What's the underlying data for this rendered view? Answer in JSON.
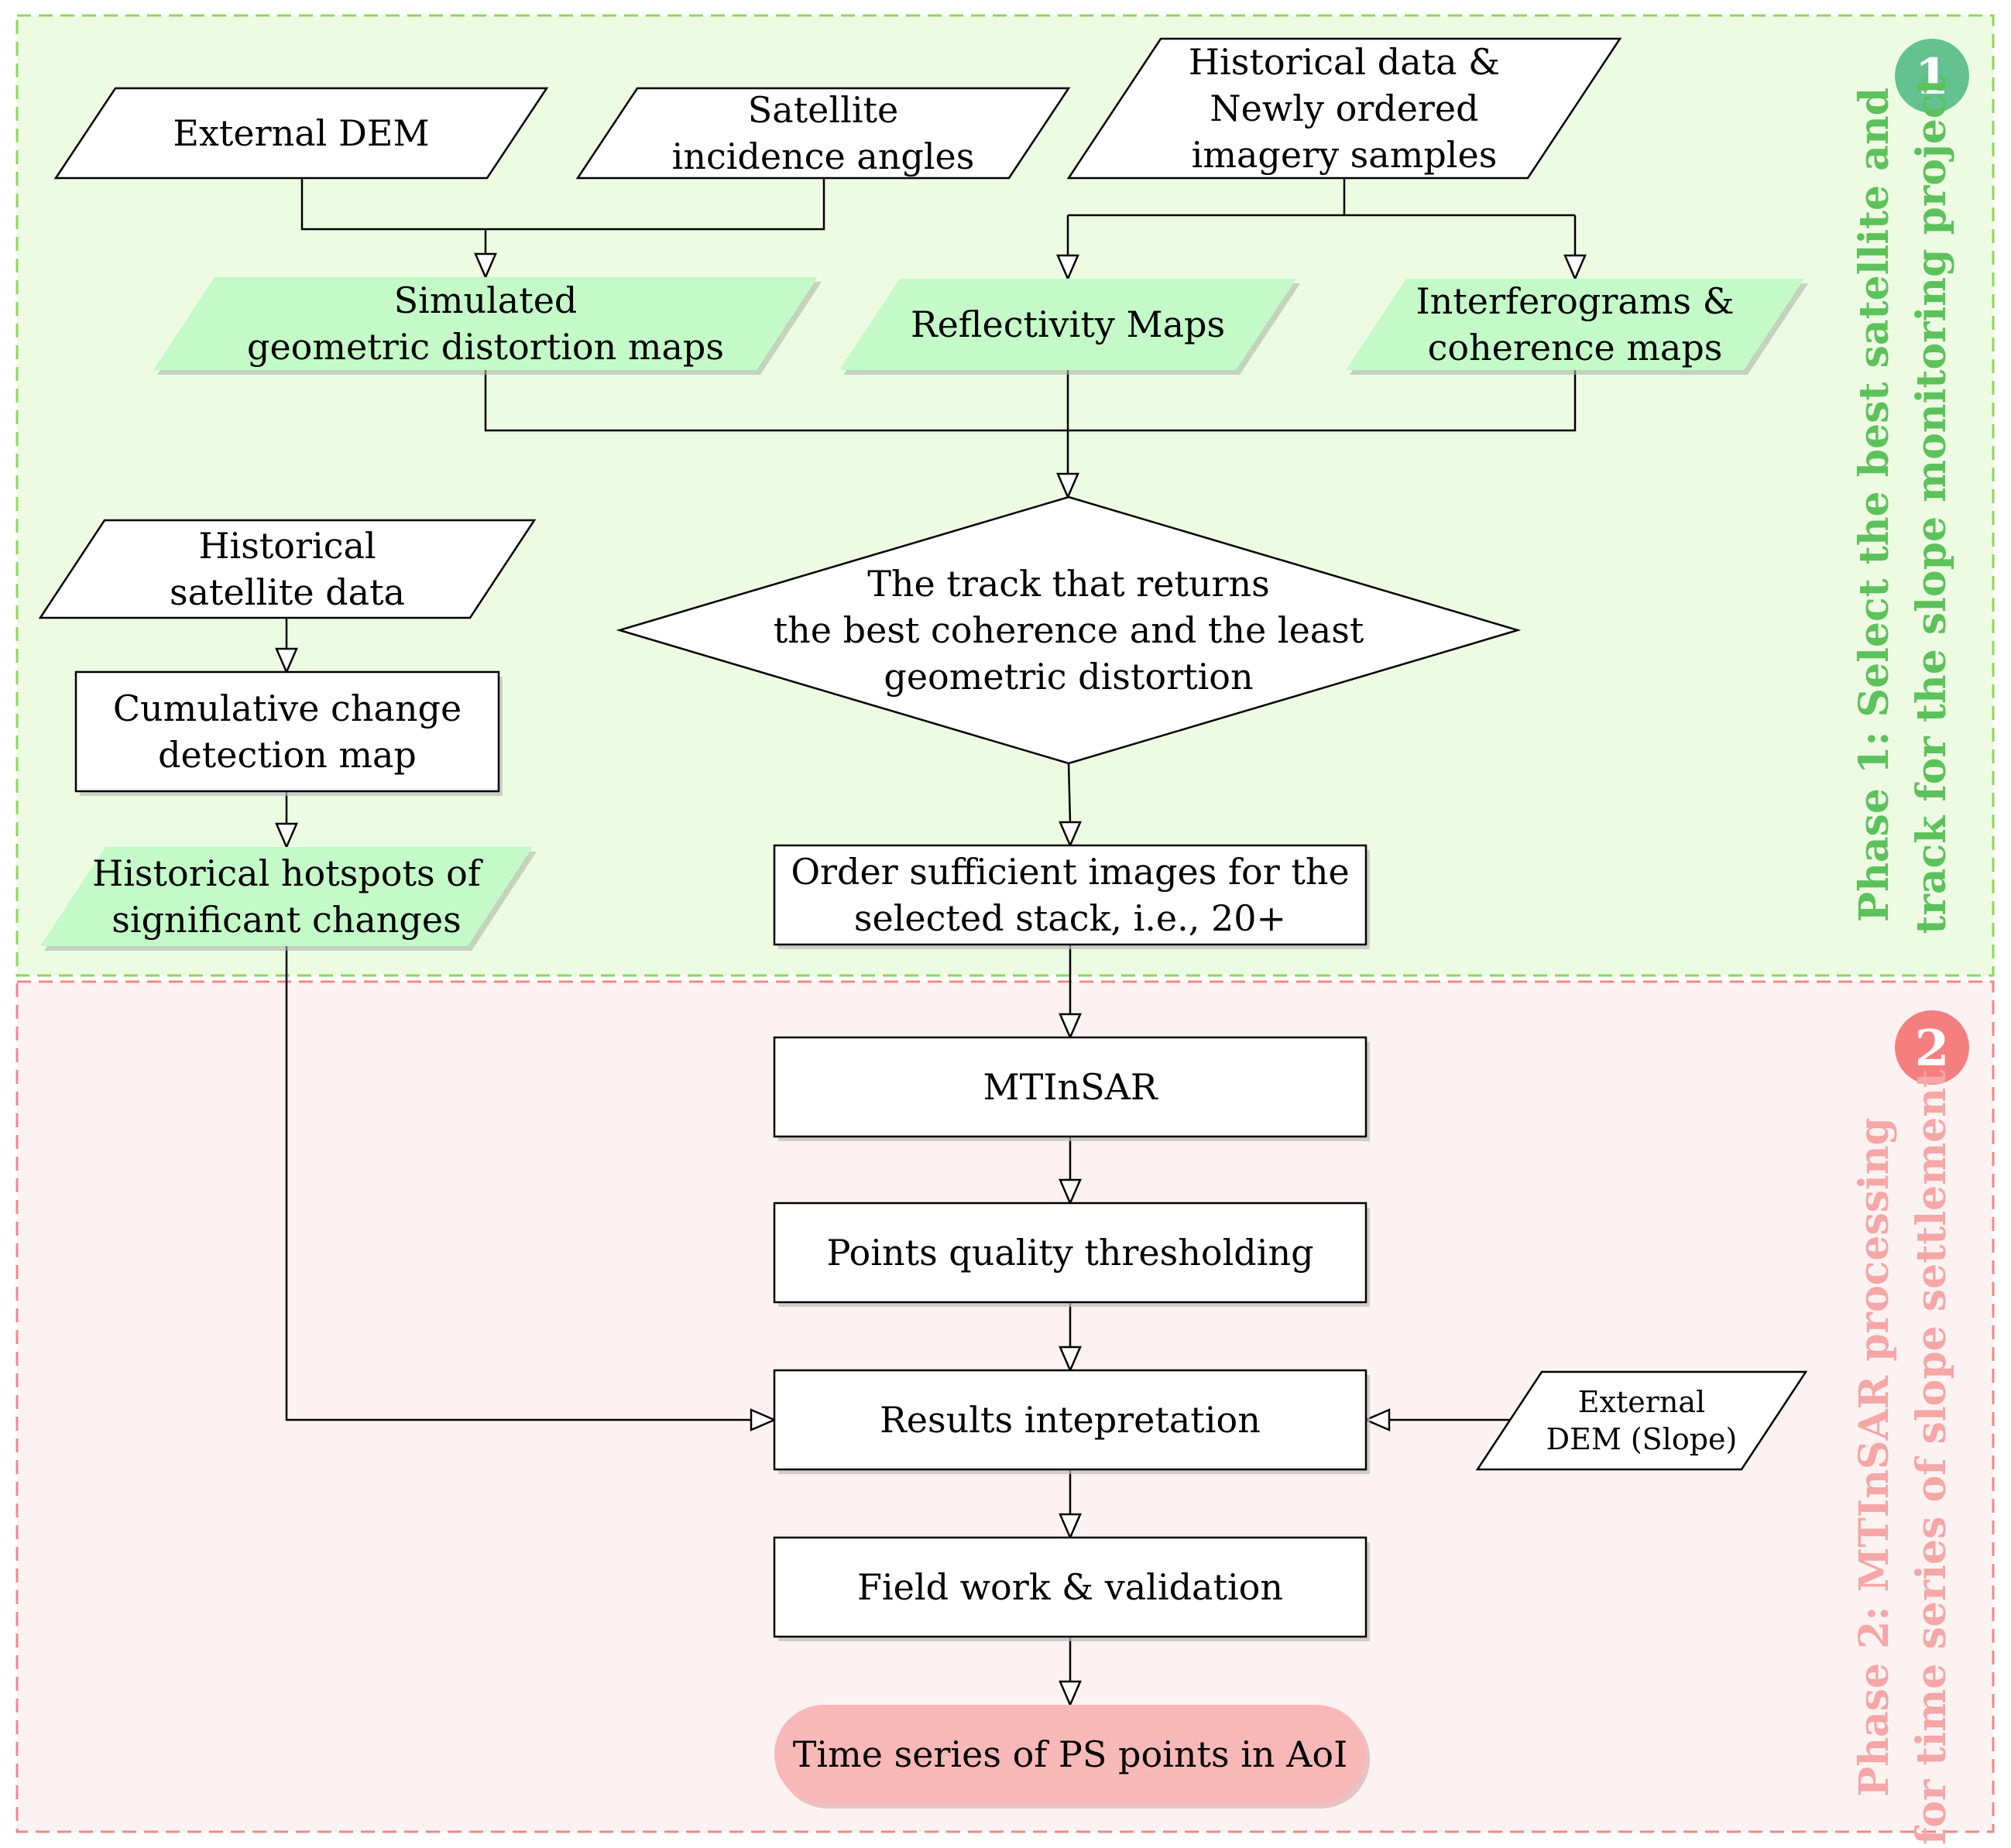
{
  "colors": {
    "phase1_border": "#8fd65a",
    "phase1_fill": "#eefbe3",
    "phase1_title": "#5cc25b",
    "phase1_badge": "#63c28f",
    "phase2_border": "#ee8a8a",
    "phase2_fill": "#fdf2f2",
    "phase2_title": "#f5a6a6",
    "phase2_badge": "#f57f7f",
    "green_data": "#c4fac8",
    "terminal": "#f9b8b8",
    "line": "#000000",
    "box": "#ffffff"
  },
  "phase1": {
    "badge": "1",
    "title_line1": "Phase 1: Select the best satellite and",
    "title_line2": "track for the slope monitoring project"
  },
  "phase2": {
    "badge": "2",
    "title_line1": "Phase 2: MTInSAR processing",
    "title_line2": "for time series of slope settlement"
  },
  "nodes": {
    "external_dem": {
      "shape": "data-input",
      "lines": [
        "External DEM"
      ]
    },
    "satellite_angles": {
      "shape": "data-input",
      "lines": [
        "Satellite",
        "incidence angles"
      ]
    },
    "historical_new": {
      "shape": "data-input",
      "lines": [
        "Historical data &",
        "Newly ordered",
        "imagery samples"
      ]
    },
    "simulated_maps": {
      "shape": "data-output",
      "lines": [
        "Simulated",
        "geometric distortion maps"
      ]
    },
    "reflectivity_maps": {
      "shape": "data-output",
      "lines": [
        "Reflectivity Maps"
      ]
    },
    "interferograms": {
      "shape": "data-output",
      "lines": [
        "Interferograms &",
        "coherence maps"
      ]
    },
    "track_decision": {
      "shape": "decision",
      "lines": [
        "The track that returns",
        "the best coherence and the least",
        "geometric distortion"
      ]
    },
    "historical_sat": {
      "shape": "data-input",
      "lines": [
        "Historical",
        "satellite data"
      ]
    },
    "cumulative_map": {
      "shape": "process",
      "lines": [
        "Cumulative change",
        "detection map"
      ]
    },
    "hotspots": {
      "shape": "data-output",
      "lines": [
        "Historical hotspots of",
        "significant changes"
      ]
    },
    "order_images": {
      "shape": "process",
      "lines": [
        "Order sufficient images for the",
        "selected stack, i.e., 20+"
      ]
    },
    "mtinsar": {
      "shape": "process",
      "lines": [
        "MTInSAR"
      ]
    },
    "points_quality": {
      "shape": "process",
      "lines": [
        "Points quality thresholding"
      ]
    },
    "results": {
      "shape": "process",
      "lines": [
        "Results intepretation"
      ]
    },
    "external_dem_slope": {
      "shape": "data-input",
      "lines": [
        "External",
        "DEM (Slope)"
      ]
    },
    "field_work": {
      "shape": "process",
      "lines": [
        "Field work  & validation"
      ]
    },
    "time_series": {
      "shape": "terminal",
      "lines": [
        "Time series of PS points in AoI"
      ]
    }
  },
  "edges": [
    {
      "from": "external_dem",
      "to": "simulated_maps"
    },
    {
      "from": "satellite_angles",
      "to": "simulated_maps"
    },
    {
      "from": "historical_new",
      "to": "reflectivity_maps"
    },
    {
      "from": "historical_new",
      "to": "interferograms"
    },
    {
      "from": "simulated_maps",
      "to": "track_decision"
    },
    {
      "from": "reflectivity_maps",
      "to": "track_decision"
    },
    {
      "from": "interferograms",
      "to": "track_decision"
    },
    {
      "from": "track_decision",
      "to": "order_images"
    },
    {
      "from": "historical_sat",
      "to": "cumulative_map"
    },
    {
      "from": "cumulative_map",
      "to": "hotspots"
    },
    {
      "from": "order_images",
      "to": "mtinsar"
    },
    {
      "from": "mtinsar",
      "to": "points_quality"
    },
    {
      "from": "points_quality",
      "to": "results"
    },
    {
      "from": "hotspots",
      "to": "results"
    },
    {
      "from": "external_dem_slope",
      "to": "results"
    },
    {
      "from": "results",
      "to": "field_work"
    },
    {
      "from": "field_work",
      "to": "time_series"
    }
  ]
}
